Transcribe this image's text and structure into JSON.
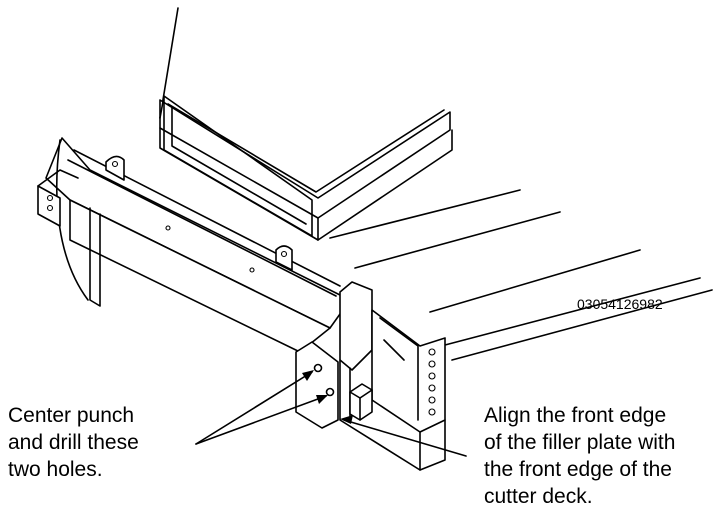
{
  "figure": {
    "part_number": "03054126982",
    "callouts": [
      {
        "id": "holes",
        "text": "Center punch\nand drill these\ntwo holes."
      },
      {
        "id": "edge",
        "text": "Align the front edge\nof the filler plate with\nthe front edge of the\ncutter deck."
      }
    ]
  }
}
